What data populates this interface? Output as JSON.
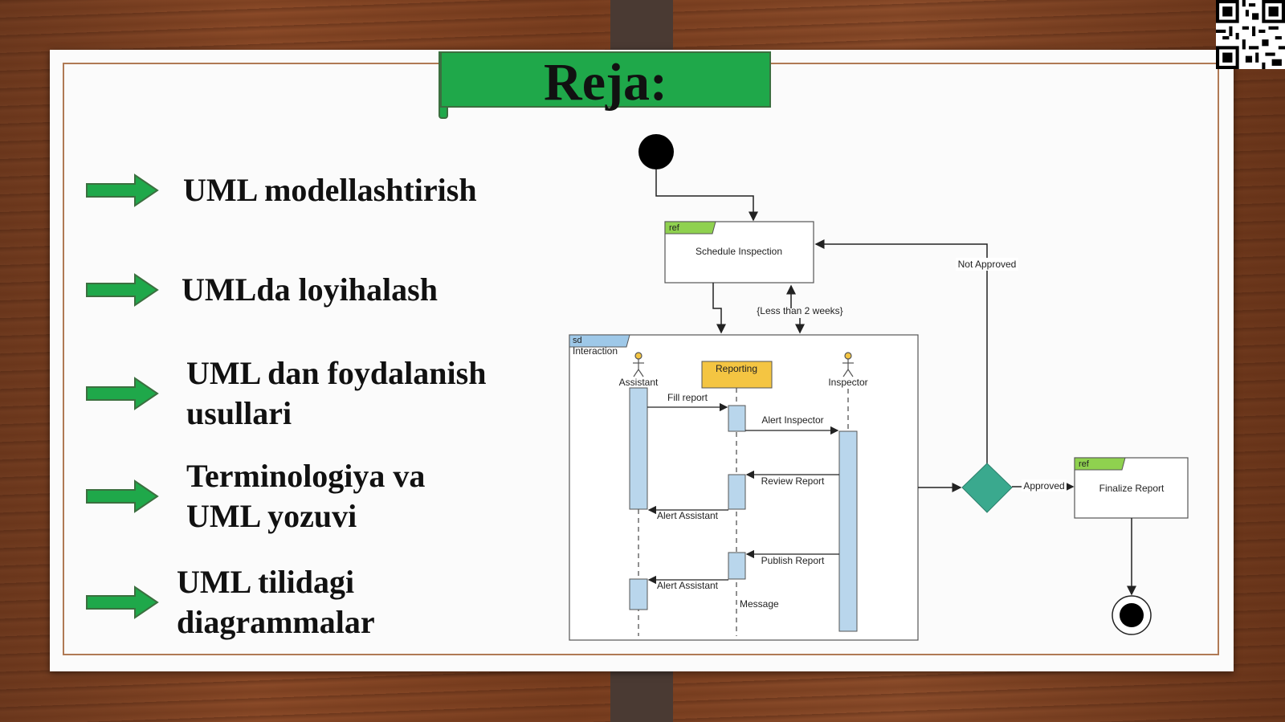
{
  "slide": {
    "title": "Reja:",
    "items": [
      {
        "text": "UML modellashtirish"
      },
      {
        "text": "UMLda loyihalash"
      },
      {
        "text": "UML dan foydalanish\nusullari"
      },
      {
        "text": "Terminologiya va\nUML yozuvi"
      },
      {
        "text": "UML tilidagi\ndiagrammalar"
      }
    ]
  },
  "diagram": {
    "ref_tag_1": "ref",
    "schedule_label": "Schedule Inspection",
    "not_approved": "Not Approved",
    "less_than": "{Less than 2 weeks}",
    "sd_tag": "sd",
    "interaction_label": "Interaction",
    "assistant": "Assistant",
    "reporting": "Reporting",
    "inspector": "Inspector",
    "fill_report": "Fill report",
    "alert_inspector": "Alert Inspector",
    "review_report": "Review Report",
    "alert_assistant_1": "Alert Assistant",
    "publish_report": "Publish Report",
    "alert_assistant_2": "Alert Assistant",
    "message": "Message",
    "approved": "Approved",
    "ref_tag_2": "ref",
    "finalize_label": "Finalize Report"
  },
  "colors": {
    "accent_green": "#1fa84a",
    "diamond": "#3aa98e",
    "activation": "#b9d6ec",
    "reporting_box": "#f4c542"
  }
}
